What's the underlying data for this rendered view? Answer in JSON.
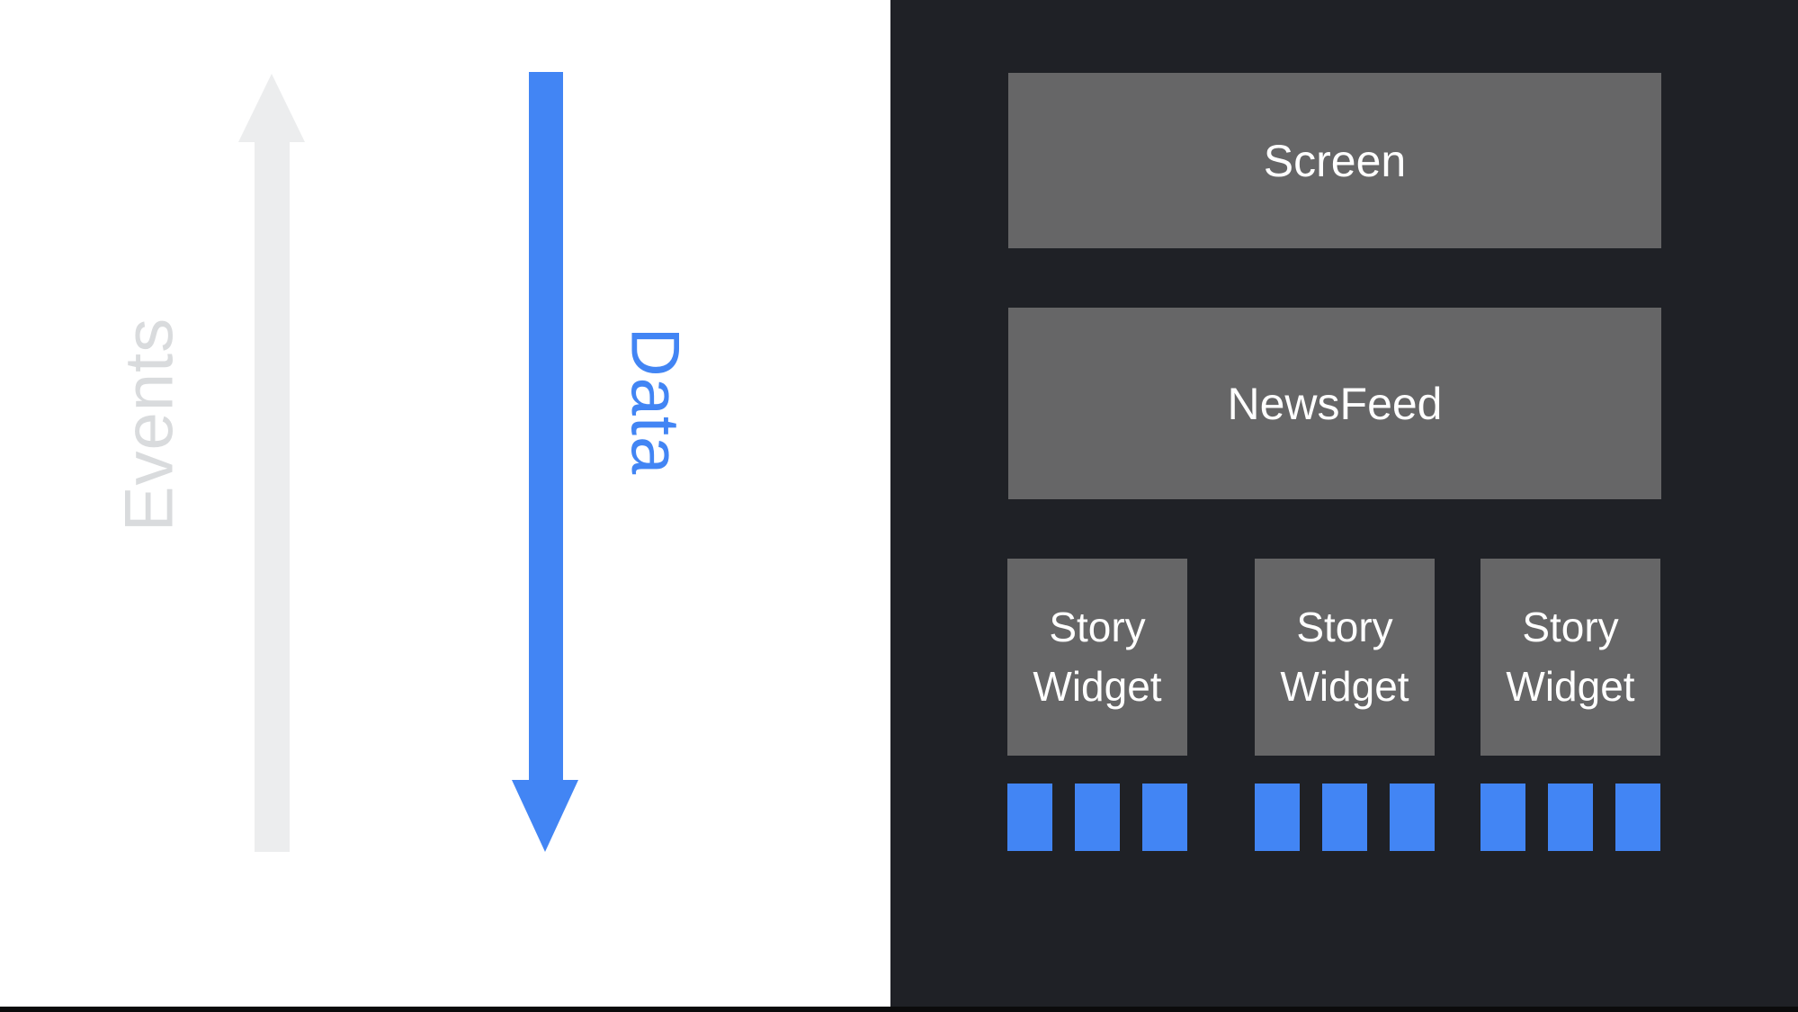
{
  "diagram": {
    "left": {
      "events_label": "Events",
      "data_label": "Data"
    },
    "panel": {
      "screen_label": "Screen",
      "newsfeed_label": "NewsFeed",
      "story_widgets": [
        {
          "label": "Story Widget",
          "blocks": 3
        },
        {
          "label": "Story Widget",
          "blocks": 3
        },
        {
          "label": "Story Widget",
          "blocks": 3
        }
      ]
    },
    "colors": {
      "accent_blue": "#4285F4",
      "events_gray": "#D9DBDD",
      "arrow_gray": "#ECEDEE",
      "box_gray": "#666667",
      "panel_dark": "#1F2126",
      "text_white": "#FFFFFF",
      "left_bg": "#FFFFFF",
      "bottom_bar": "#0B0B0C"
    }
  }
}
